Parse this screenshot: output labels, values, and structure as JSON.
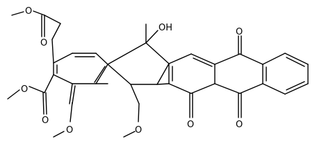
{
  "structure": {
    "kind": "skeletal structural formula",
    "atom_labels": {
      "ester_top_carbonyl_O": "O",
      "ester_top_ether_O": "O",
      "ester_left_ether_O": "O",
      "ester_left_carbonyl_O": "O",
      "methoxy_1_O": "O",
      "methoxy_2_O": "O",
      "hydroxyl": "OH",
      "quinone_top_O": "O",
      "ketone_mid_O": "O",
      "quinone_bottom_O": "O"
    }
  }
}
